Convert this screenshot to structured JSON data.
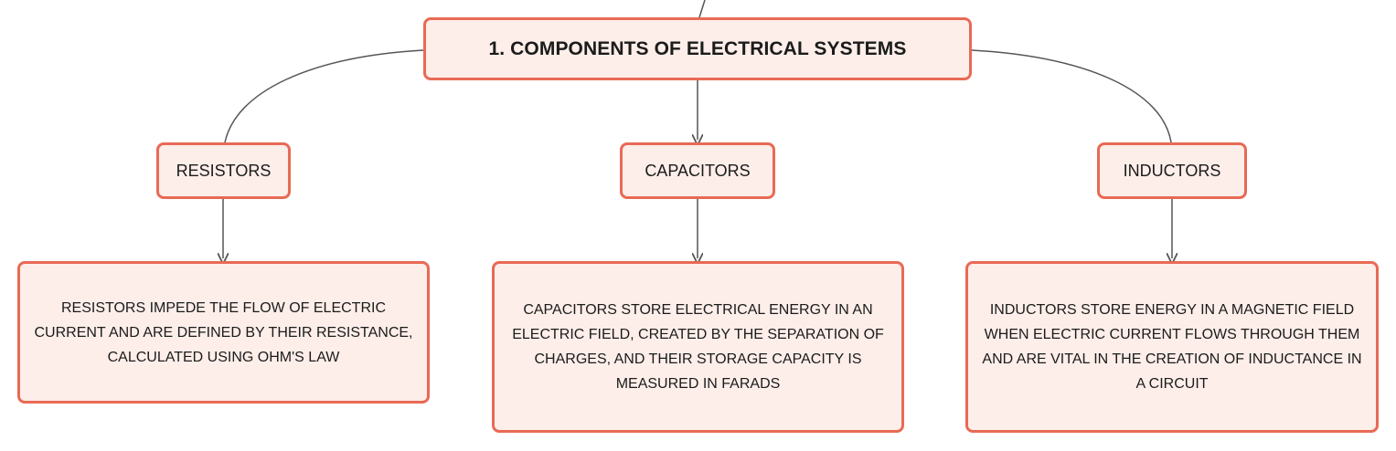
{
  "colors": {
    "node_fill": "#fdeee9",
    "node_border": "#e86a55",
    "connector": "#555555"
  },
  "root": {
    "label": "1. COMPONENTS OF ELECTRICAL SYSTEMS"
  },
  "branches": [
    {
      "label": "RESISTORS",
      "description": "RESISTORS IMPEDE THE FLOW OF ELECTRIC CURRENT AND ARE DEFINED BY THEIR RESISTANCE, CALCULATED USING OHM'S LAW"
    },
    {
      "label": "CAPACITORS",
      "description": "CAPACITORS STORE ELECTRICAL ENERGY IN AN ELECTRIC FIELD, CREATED BY THE SEPARATION OF CHARGES, AND THEIR STORAGE CAPACITY IS MEASURED IN FARADS"
    },
    {
      "label": "INDUCTORS",
      "description": "INDUCTORS STORE ENERGY IN A MAGNETIC FIELD WHEN ELECTRIC CURRENT FLOWS THROUGH THEM AND ARE VITAL IN THE CREATION OF INDUCTANCE IN A CIRCUIT"
    }
  ]
}
